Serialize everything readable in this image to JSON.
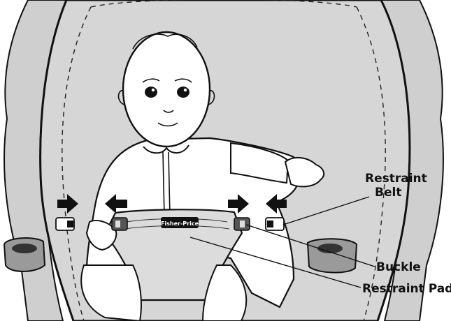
{
  "labels": {
    "restraint_belt_line1": "Restraint",
    "restraint_belt_line2": "Belt",
    "buckle": "Buckle",
    "restraint_pad": "Restraint Pad",
    "brand_on_pad": "Fisher-Price"
  },
  "colors": {
    "seat_fill": "#d4d4d4",
    "pad_fill": "#dcdcdc",
    "outline": "#111111",
    "arrow": "#111111",
    "background": "#ffffff"
  }
}
